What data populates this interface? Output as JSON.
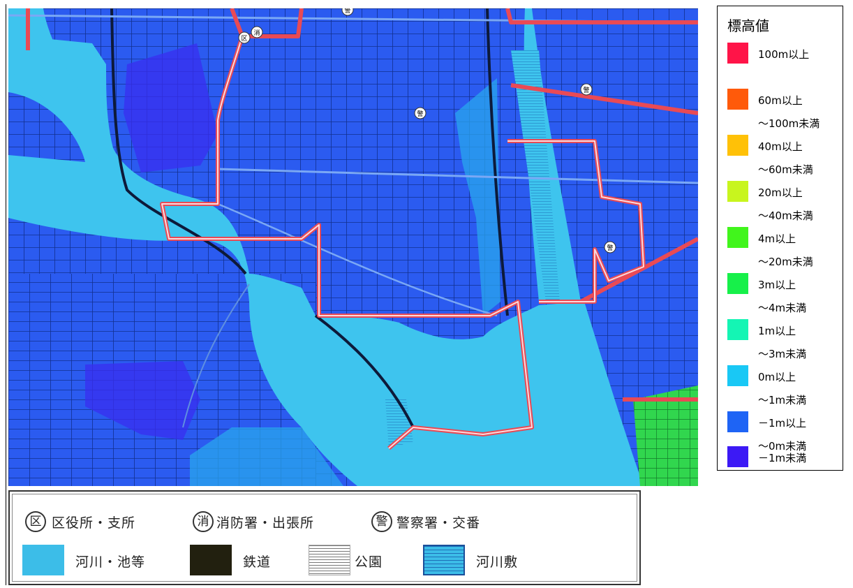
{
  "elevation_legend": {
    "title": "標高値",
    "items": [
      {
        "line1": "100m以上",
        "line2": "",
        "color": "#ff1448"
      },
      {
        "line1": "60m以上",
        "line2": "～100m未満",
        "color": "#ff5a0a"
      },
      {
        "line1": "40m以上",
        "line2": "～60m未満",
        "color": "#ffc107"
      },
      {
        "line1": "20m以上",
        "line2": "～40m未満",
        "color": "#c8f51e"
      },
      {
        "line1": "4m以上",
        "line2": "～20m未満",
        "color": "#41f51c"
      },
      {
        "line1": "3m以上",
        "line2": "～4m未満",
        "color": "#17f04a"
      },
      {
        "line1": "1m以上",
        "line2": "～3m未満",
        "color": "#14f5b4"
      },
      {
        "line1": "0m以上",
        "line2": "～1m未満",
        "color": "#19c8f5"
      },
      {
        "line1": "－1m以上",
        "line2": "～0m未満",
        "color": "#1e64f5"
      },
      {
        "line1": "－1m未満",
        "line2": "",
        "color": "#3c19f5"
      }
    ]
  },
  "symbol_legend": {
    "facilities": [
      {
        "icon_char": "区",
        "label": "区役所・支所",
        "icon": "ward-office-icon"
      },
      {
        "icon_char": "消",
        "label": "消防署・出張所",
        "icon": "fire-station-icon"
      },
      {
        "icon_char": "警",
        "label": "警察署・交番",
        "icon": "police-station-icon"
      }
    ],
    "areas": [
      {
        "label": "河川・池等",
        "color": "#3cbde8"
      },
      {
        "label": "鉄道",
        "color": "#22200f"
      },
      {
        "label": "公園",
        "color": "#888888"
      },
      {
        "label": "河川敷",
        "color": "#3cbde8"
      }
    ]
  },
  "map": {
    "colors": {
      "river": "#3ec4ee",
      "land_low": "#2b5bf0",
      "land_very_low": "#3a2df0",
      "boundary": "#e94a55",
      "road": "#7aa8f5"
    },
    "markers": [
      {
        "char": "区",
        "icon": "ward-office-marker"
      },
      {
        "char": "消",
        "icon": "fire-station-marker"
      },
      {
        "char": "警",
        "icon": "police-marker"
      }
    ]
  }
}
